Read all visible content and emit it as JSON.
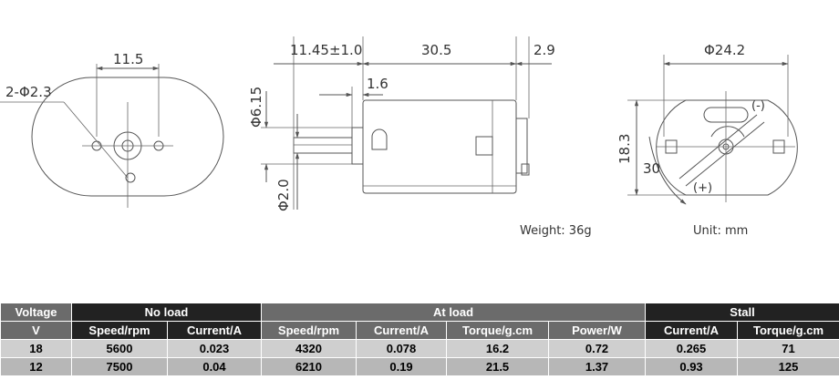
{
  "drawing": {
    "labels": {
      "hole_dia": "2-Φ2.3",
      "hole_spacing": "11.5",
      "shaft_length": "11.45±1.0",
      "body_length": "30.5",
      "terminal_length": "2.9",
      "boss_length": "1.6",
      "boss_dia": "Φ6.15",
      "shaft_dia": "Φ2.0",
      "body_dia": "Φ24.2",
      "flat_height": "18.3",
      "terminal_angle": "30",
      "minus_mark": "(-)",
      "plus_mark": "(+)",
      "weight": "Weight: 36g",
      "unit": "Unit: mm"
    }
  },
  "table": {
    "groups": {
      "voltage": "Voltage",
      "no_load": "No load",
      "at_load": "At load",
      "stall": "Stall"
    },
    "subheaders": [
      "V",
      "Speed/rpm",
      "Current/A",
      "Speed/rpm",
      "Current/A",
      "Torque/g.cm",
      "Power/W",
      "Current/A",
      "Torque/g.cm"
    ],
    "rows": [
      [
        "18",
        "5600",
        "0.023",
        "4320",
        "0.078",
        "16.2",
        "0.72",
        "0.265",
        "71"
      ],
      [
        "12",
        "7500",
        "0.04",
        "6210",
        "0.19",
        "21.5",
        "1.37",
        "0.93",
        "125"
      ]
    ]
  }
}
